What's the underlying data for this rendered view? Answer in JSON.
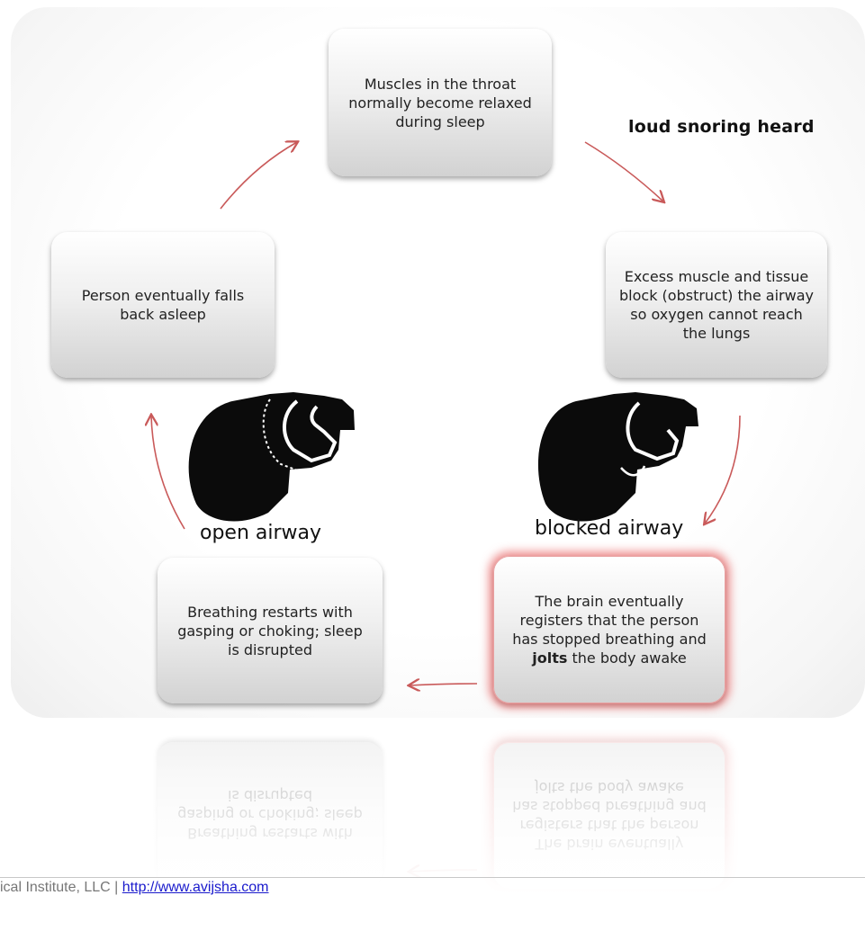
{
  "nodes": {
    "throat": "Muscles in the throat normally become relaxed during sleep",
    "obstruct": "Excess muscle and tissue block (obstruct) the airway so oxygen cannot reach the lungs",
    "brain_pre": "The brain eventually registers that the person has stopped breathing and",
    "brain_bold": "jolts",
    "brain_post": "the body awake",
    "breathing": "Breathing restarts with gasping or choking; sleep is disrupted",
    "asleep": "Person eventually falls back asleep"
  },
  "labels": {
    "snoring": "loud snoring heard",
    "open_airway": "open airway",
    "blocked_airway": "blocked airway"
  },
  "reflection": {
    "breathing": "Breathing restarts with gasping or choking; sleep is disrupted",
    "brain": "The brain eventually registers that the person has stopped breathing and jolts the body awake"
  },
  "footer": {
    "text": "ical Institute, LLC | ",
    "link": "http://www.avijsha.com"
  },
  "colors": {
    "arrow": "#c95a5a",
    "highlight_glow": "#e96e6e"
  }
}
